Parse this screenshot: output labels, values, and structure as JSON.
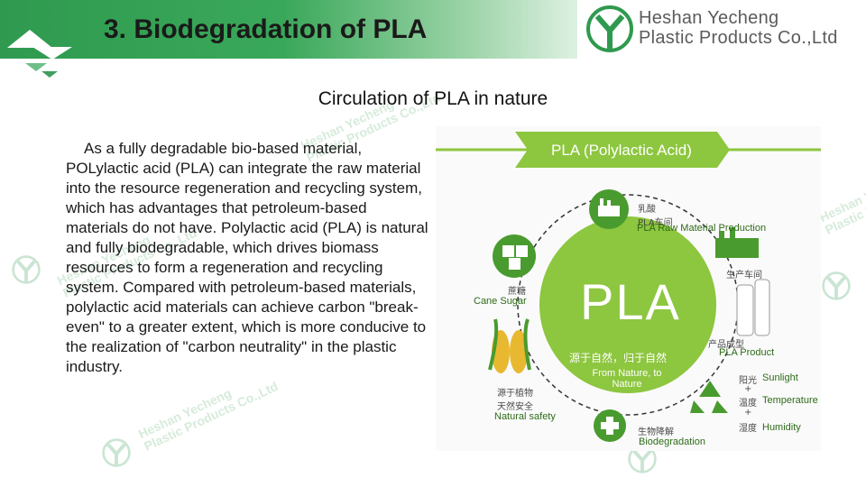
{
  "header": {
    "title": "3. Biodegradation of PLA"
  },
  "company": {
    "line1": "Heshan Yecheng",
    "line2": "Plastic Products Co.,Ltd"
  },
  "subtitle": "Circulation of PLA in nature",
  "body": "As a fully degradable bio-based material, POLylactic acid (PLA) can integrate the raw material into the resource regeneration and recycling system, which has advantages that petroleum-based materials do not have. Polylactic acid (PLA) is natural and fully biodegradable, which drives biomass resources to form a regeneration and recycling system. Compared with petroleum-based materials, polylactic acid materials can achieve carbon \"break-even\" to a greater extent, which is more conducive to the realization of \"carbon neutrality\" in the plastic industry.",
  "diagram": {
    "banner": "PLA (Polylactic Acid)",
    "center": "PLA",
    "center_cn": "源于自然，归于自然",
    "center_en": "From Nature, to Nature",
    "raw_cn": "乳酸\nPLA车间",
    "raw_en": "PLA Raw Material Production",
    "workshop_cn": "生产车间",
    "product_cn": "产品成型",
    "product_en": "PLA Product",
    "sugar_cn": "蔗糖",
    "sugar_en": "Cane Sugar",
    "safety_cn": "源于植物\n天然安全",
    "safety_en": "Natural safety",
    "bio_cn": "生物降解",
    "bio_en": "Biodegradation",
    "sun_cn": "阳光",
    "sun_en": "Sunlight",
    "temp_cn": "温度",
    "temp_en": "Temperature",
    "hum_cn": "湿度",
    "hum_en": "Humidity",
    "plus": "+"
  },
  "watermark": {
    "line1": "Heshan Yecheng",
    "line2": "Plastic Products Co.,Ltd"
  },
  "colors": {
    "brand_green": "#2f9a4f",
    "label_green": "#2e6b18",
    "pla_green": "#8dc63f"
  }
}
